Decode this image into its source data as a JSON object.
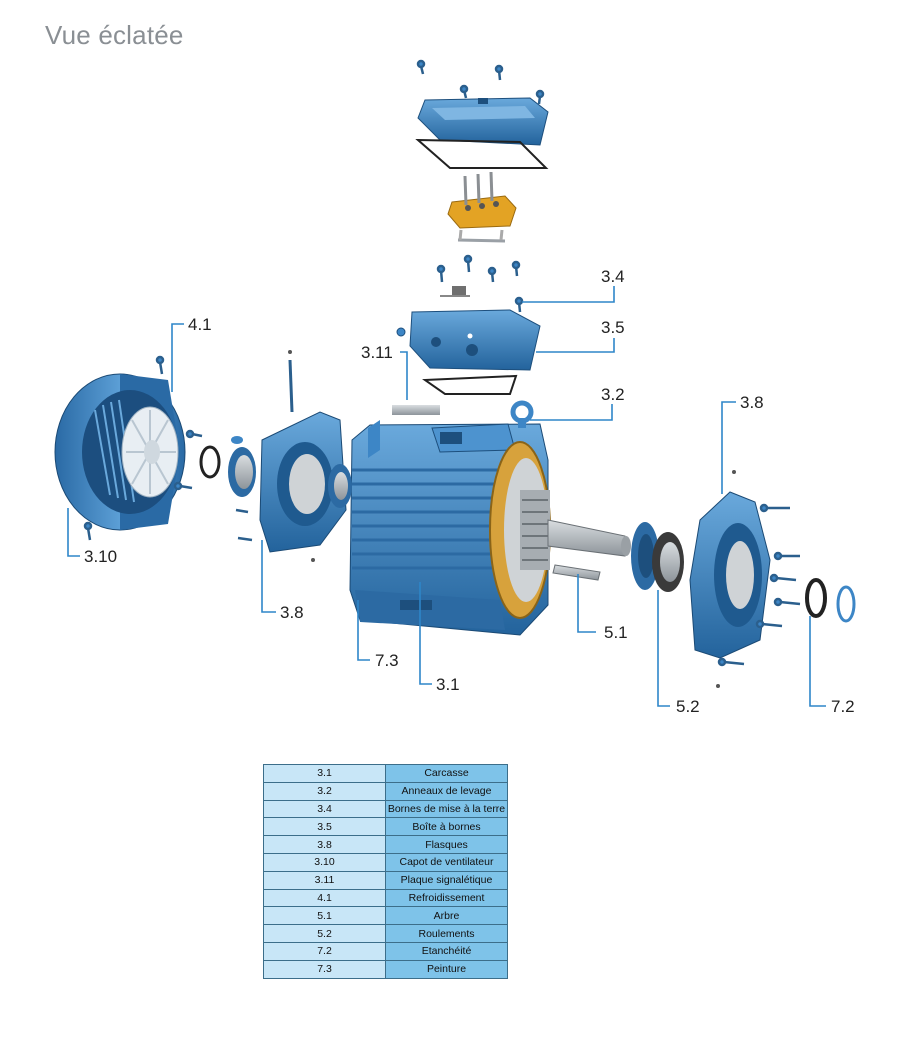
{
  "title": "Vue éclatée",
  "callouts": {
    "c3_4": "3.4",
    "c3_5": "3.5",
    "c3_11": "3.11",
    "c3_2": "3.2",
    "c3_8_right": "3.8",
    "c4_1": "4.1",
    "c3_10": "3.10",
    "c3_8_left": "3.8",
    "c7_3": "7.3",
    "c3_1": "3.1",
    "c5_1": "5.1",
    "c5_2": "5.2",
    "c7_2": "7.2"
  },
  "legend": [
    {
      "code": "3.1",
      "name": "Carcasse"
    },
    {
      "code": "3.2",
      "name": "Anneaux de levage"
    },
    {
      "code": "3.4",
      "name": "Bornes de mise à la terre"
    },
    {
      "code": "3.5",
      "name": "Boîte à bornes"
    },
    {
      "code": "3.8",
      "name": "Flasques"
    },
    {
      "code": "3.10",
      "name": "Capot de ventilateur"
    },
    {
      "code": "3.11",
      "name": "Plaque signalétique"
    },
    {
      "code": "4.1",
      "name": "Refroidissement"
    },
    {
      "code": "5.1",
      "name": "Arbre"
    },
    {
      "code": "5.2",
      "name": "Roulements"
    },
    {
      "code": "7.2",
      "name": "Etanchéité"
    },
    {
      "code": "7.3",
      "name": "Peinture"
    }
  ],
  "colors": {
    "motor_blue": "#3d86c6",
    "motor_dark": "#1f5a8f",
    "leader_line": "#2e86c9",
    "winding_gold": "#d7a23c",
    "fan_white": "#e8eef3",
    "legend_light": "#c8e6f7",
    "legend_dark": "#7ec3e9"
  }
}
